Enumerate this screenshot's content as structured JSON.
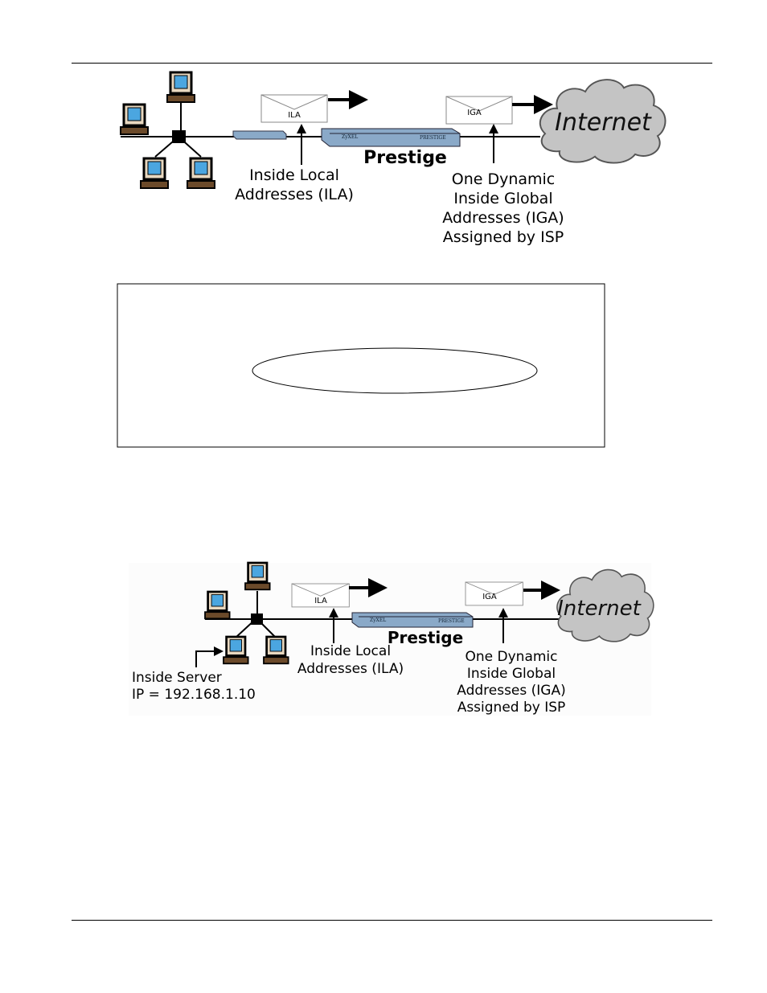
{
  "diagram1": {
    "ila_envelope": "ILA",
    "iga_envelope": "IGA",
    "router_label": "Prestige",
    "router_brand": "ZyXEL",
    "router_model": "PRESTIGE",
    "cloud_label": "Internet",
    "ila_caption": [
      "Inside Local",
      "Addresses (ILA)"
    ],
    "iga_caption": [
      "One Dynamic",
      "Inside Global",
      "Addresses (IGA)",
      "Assigned by ISP"
    ]
  },
  "diagram2": {
    "ila_envelope": "ILA",
    "iga_envelope": "IGA",
    "router_label": "Prestige",
    "router_brand": "ZyXEL",
    "router_model": "PRESTIGE",
    "cloud_label": "Internet",
    "ila_caption": [
      "Inside Local",
      "Addresses (ILA)"
    ],
    "iga_caption": [
      "One Dynamic",
      "Inside Global",
      "Addresses (IGA)",
      "Assigned by ISP"
    ],
    "server_caption": [
      "Inside Server",
      "IP = 192.168.1.10"
    ]
  },
  "colors": {
    "screen": "#4ba6e0",
    "router": "#8aa9c8",
    "cloud": "#c4c4c4"
  }
}
